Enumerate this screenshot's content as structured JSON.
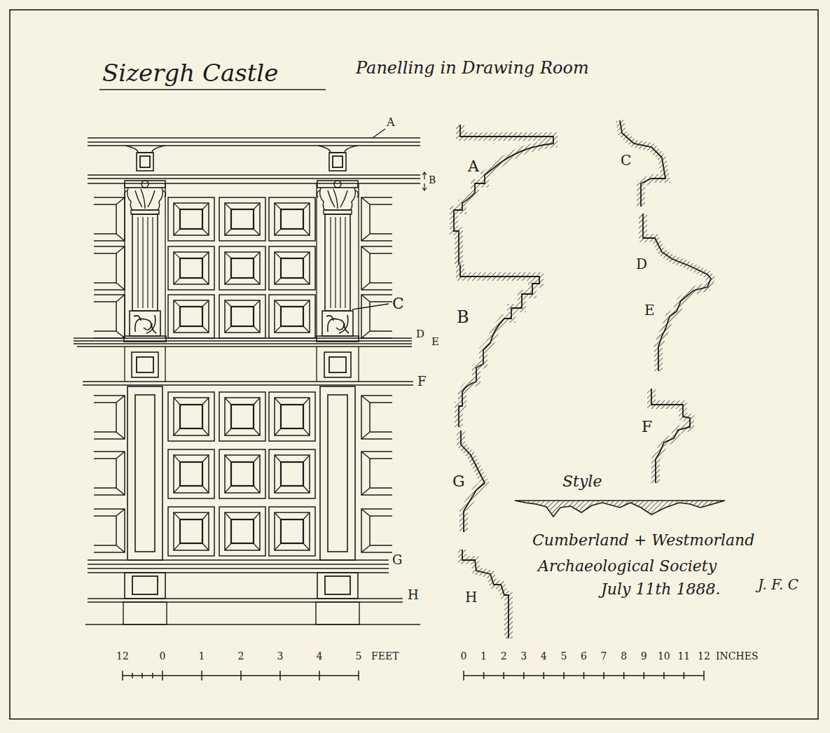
{
  "diagram": {
    "title": "Sizergh Castle",
    "labels": [
      "Panelling in Drawing Room",
      "A",
      "B",
      "C",
      "D",
      "E",
      "F",
      "G",
      "H",
      "A",
      "C",
      "D",
      "B",
      "E",
      "F",
      "G",
      "H",
      "Style",
      "Cumberland + Westmorland",
      "Archaeological Society",
      "July 11th 1888.",
      "J. F. C",
      "12",
      "0",
      "1",
      "2",
      "3",
      "4",
      "5",
      "FEET",
      "0",
      "1",
      "2",
      "3",
      "4",
      "5",
      "6",
      "7",
      "8",
      "9",
      "10",
      "11",
      "12",
      "INCHES"
    ]
  }
}
